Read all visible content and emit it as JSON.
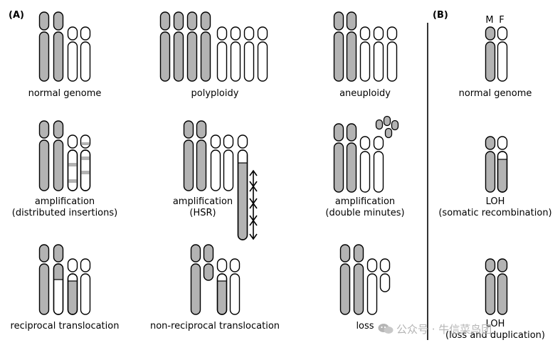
{
  "panels": {
    "a": "(A)",
    "b": "(B)"
  },
  "labels": {
    "normal_genome": "normal genome",
    "polyploidy": "polyploidy",
    "aneuploidy": "aneuploidy",
    "normal_genome_b": "normal genome",
    "amp_dist_1": "amplification",
    "amp_dist_2": "(distributed insertions)",
    "amp_hsr_1": "amplification",
    "amp_hsr_2": "(HSR)",
    "amp_dm_1": "amplification",
    "amp_dm_2": "(double minutes)",
    "loh_somatic_1": "LOH",
    "loh_somatic_2": "(somatic recombination)",
    "reciprocal": "reciprocal translocation",
    "non_reciprocal": "non-reciprocal translocation",
    "loss": "loss",
    "loh_dup_1": "LOH",
    "loh_dup_2": "(loss and duplication)",
    "maternal": "M",
    "paternal": "F"
  },
  "watermark": "公众号 · 牛信菜鸟团",
  "colors": {
    "maternal_fill": "#b3b3b3",
    "paternal_fill": "#ffffff",
    "stroke": "#000000"
  }
}
